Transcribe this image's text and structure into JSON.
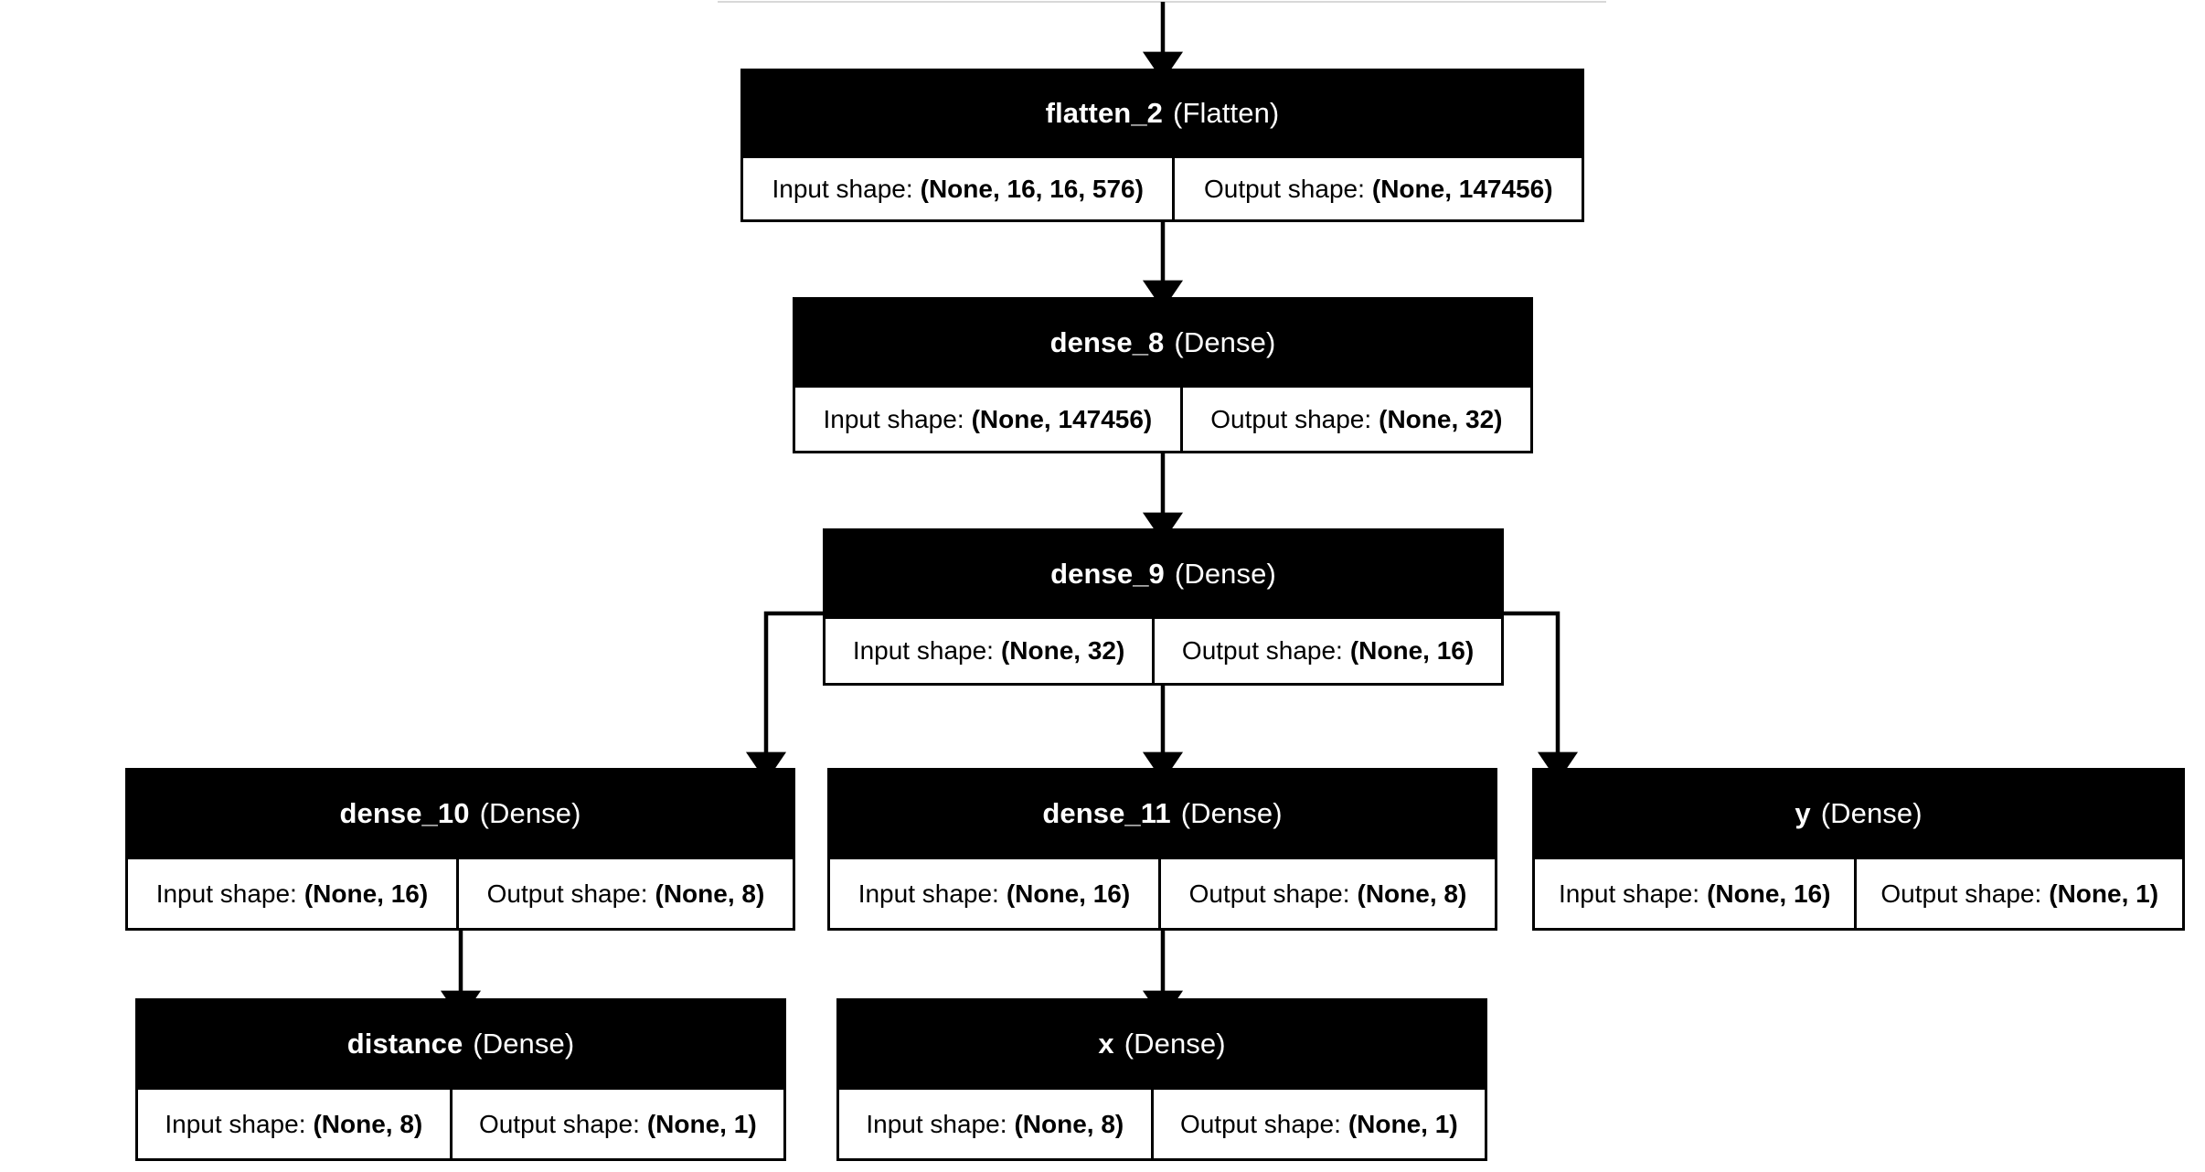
{
  "diagram": {
    "title": "Keras model plot",
    "orientation": "top-to-bottom",
    "background_color": "#ffffff",
    "node_header_color": "#000000",
    "node_header_text_color": "#ffffff",
    "node_body_color": "#ffffff",
    "node_body_text_color": "#000000",
    "edge_color": "#000000",
    "labels": {
      "input_shape": "Input shape:",
      "output_shape": "Output shape:"
    }
  },
  "nodes": [
    {
      "id": "flatten_2",
      "name": "flatten_2",
      "type": "(Flatten)",
      "input_shape": "(None, 16, 16, 576)",
      "output_shape": "(None, 147456)"
    },
    {
      "id": "dense_8",
      "name": "dense_8",
      "type": "(Dense)",
      "input_shape": "(None, 147456)",
      "output_shape": "(None, 32)"
    },
    {
      "id": "dense_9",
      "name": "dense_9",
      "type": "(Dense)",
      "input_shape": "(None, 32)",
      "output_shape": "(None, 16)"
    },
    {
      "id": "dense_10",
      "name": "dense_10",
      "type": "(Dense)",
      "input_shape": "(None, 16)",
      "output_shape": "(None, 8)"
    },
    {
      "id": "dense_11",
      "name": "dense_11",
      "type": "(Dense)",
      "input_shape": "(None, 16)",
      "output_shape": "(None, 8)"
    },
    {
      "id": "y",
      "name": "y",
      "type": "(Dense)",
      "input_shape": "(None, 16)",
      "output_shape": "(None, 1)"
    },
    {
      "id": "distance",
      "name": "distance",
      "type": "(Dense)",
      "input_shape": "(None, 8)",
      "output_shape": "(None, 1)"
    },
    {
      "id": "x",
      "name": "x",
      "type": "(Dense)",
      "input_shape": "(None, 8)",
      "output_shape": "(None, 1)"
    }
  ],
  "edges": [
    {
      "from": "clipped-node-above",
      "to": "flatten_2"
    },
    {
      "from": "flatten_2",
      "to": "dense_8"
    },
    {
      "from": "dense_8",
      "to": "dense_9"
    },
    {
      "from": "dense_9",
      "to": "dense_10"
    },
    {
      "from": "dense_9",
      "to": "dense_11"
    },
    {
      "from": "dense_9",
      "to": "y"
    },
    {
      "from": "dense_10",
      "to": "distance"
    },
    {
      "from": "dense_11",
      "to": "x"
    }
  ]
}
